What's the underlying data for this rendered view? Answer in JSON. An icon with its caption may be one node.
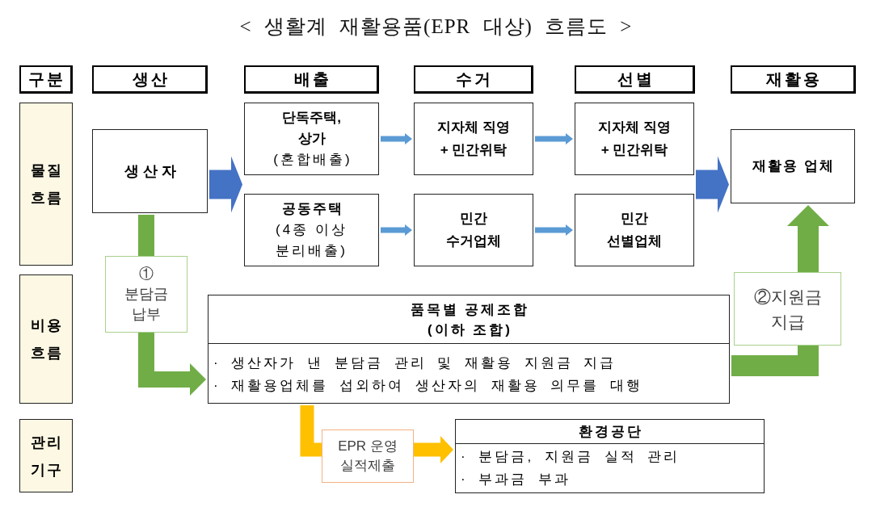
{
  "diagram": {
    "title": "< 생활계 재활용품(EPR 대상) 흐름도 >",
    "nodes": [
      {
        "text": [
          "구분"
        ]
      },
      {
        "text": [
          "생산"
        ]
      },
      {
        "text": [
          "배출"
        ]
      },
      {
        "text": [
          "수거"
        ]
      },
      {
        "text": [
          "선별"
        ]
      },
      {
        "text": [
          "재활용"
        ]
      },
      {
        "text": [
          "물질 흐름"
        ]
      },
      {
        "text": [
          "생산자"
        ]
      },
      {
        "text": [
          "단독주택, 상가",
          "(혼합배출)"
        ]
      },
      {
        "text": [
          "공동주택",
          "(4종 이상 분리배출)"
        ]
      },
      {
        "text": [
          "지자체 직영 + 민간위탁"
        ]
      },
      {
        "text": [
          "민간 수거업체"
        ]
      },
      {
        "text": [
          "지자체 직영 + 민간위탁"
        ]
      },
      {
        "text": [
          "민간 선별업체"
        ]
      },
      {
        "text": [
          "재활용 업체"
        ]
      },
      {
        "text": [
          "비용 흐름"
        ]
      },
      {
        "text": [
          "품목별 공제조합 (이하 조합)",
          "· 생산자가 낸 분담금 관리 및 재활용 지원금 지급",
          "· 재활용업체를 섭외하여 생산자의 재활용 의무를 대행"
        ]
      },
      {
        "text": [
          "관리 기구"
        ]
      },
      {
        "text": [
          "환경공단",
          "· 분담금, 지원금 실적 관리",
          "· 부과금 부과"
        ]
      }
    ],
    "edges": [
      {
        "from": 7,
        "to": 8,
        "arrow": "to",
        "style": "thick",
        "color": "#4472c4"
      },
      {
        "from": 7,
        "to": 9,
        "arrow": "to",
        "style": "thick",
        "color": "#4472c4"
      },
      {
        "from": 8,
        "to": 10,
        "arrow": "to",
        "color": "#5b9bd5"
      },
      {
        "from": 9,
        "to": 11,
        "arrow": "to",
        "color": "#5b9bd5"
      },
      {
        "from": 10,
        "to": 12,
        "arrow": "to",
        "color": "#5b9bd5"
      },
      {
        "from": 11,
        "to": 13,
        "arrow": "to",
        "color": "#5b9bd5"
      },
      {
        "from": 12,
        "to": 14,
        "arrow": "to",
        "style": "thick",
        "color": "#4472c4"
      },
      {
        "from": 13,
        "to": 14,
        "arrow": "to",
        "style": "thick",
        "color": "#4472c4"
      },
      {
        "from": 7,
        "to": 16,
        "arrow": "to",
        "style": "thick",
        "color": "#70ad47",
        "label": "① 분담금 납부"
      },
      {
        "from": 16,
        "to": 14,
        "arrow": "to",
        "style": "thick",
        "color": "#70ad47",
        "label": "②지원금 지급"
      },
      {
        "from": 16,
        "to": 18,
        "arrow": "to",
        "style": "thick",
        "color": "#ffc000",
        "label": "EPR 운영 실적제출"
      }
    ]
  }
}
